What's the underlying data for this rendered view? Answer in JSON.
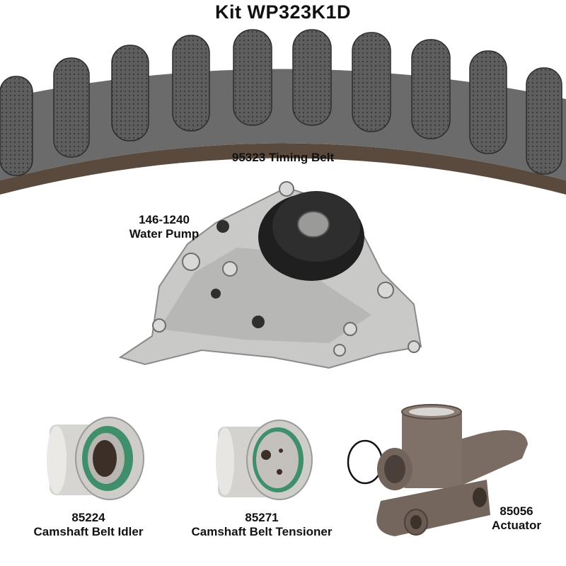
{
  "kit": {
    "title": "Kit WP323K1D"
  },
  "parts": [
    {
      "id": "timing-belt",
      "number": "95323",
      "name": "Timing Belt",
      "label": "95323 Timing Belt"
    },
    {
      "id": "water-pump",
      "number": "146-1240",
      "name": "Water Pump"
    },
    {
      "id": "idler",
      "number": "85224",
      "name": "Camshaft Belt Idler"
    },
    {
      "id": "tensioner",
      "number": "85271",
      "name": "Camshaft Belt Tensioner"
    },
    {
      "id": "actuator",
      "number": "85056",
      "name": "Actuator"
    }
  ],
  "colors": {
    "belt_dark": "#4a4a4a",
    "belt_mid": "#6b6b6b",
    "belt_back": "#5a4a3e",
    "aluminum": "#c9c9c7",
    "pulley_black": "#2a2a2a",
    "bearing_green": "#3f8f6a",
    "actuator_iron": "#7a6c62"
  }
}
